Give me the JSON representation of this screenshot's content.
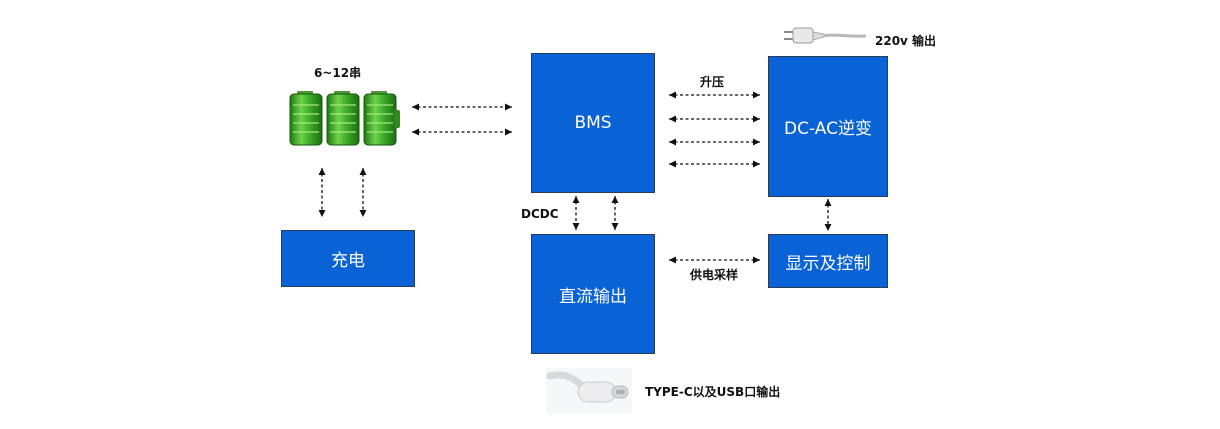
{
  "colors": {
    "box_fill": "#0a63d6",
    "box_border": "#2a3b55",
    "arrow": "#111111",
    "battery": "#3fae2a"
  },
  "blocks": {
    "bms": "BMS",
    "dcac": "DC-AC逆变",
    "charge": "充电",
    "dc_output": "直流输出",
    "display": "显示及控制"
  },
  "labels": {
    "cells": "6~12串",
    "boost": "升压",
    "dcdc": "DCDC",
    "power_sampling": "供电采样",
    "ac_output": "220v 输出",
    "usb_output": "TYPE-C以及USB口输出"
  },
  "icons": {
    "battery": "battery-pack-icon",
    "plug": "power-plug-icon",
    "usb": "usb-c-cable-icon"
  }
}
